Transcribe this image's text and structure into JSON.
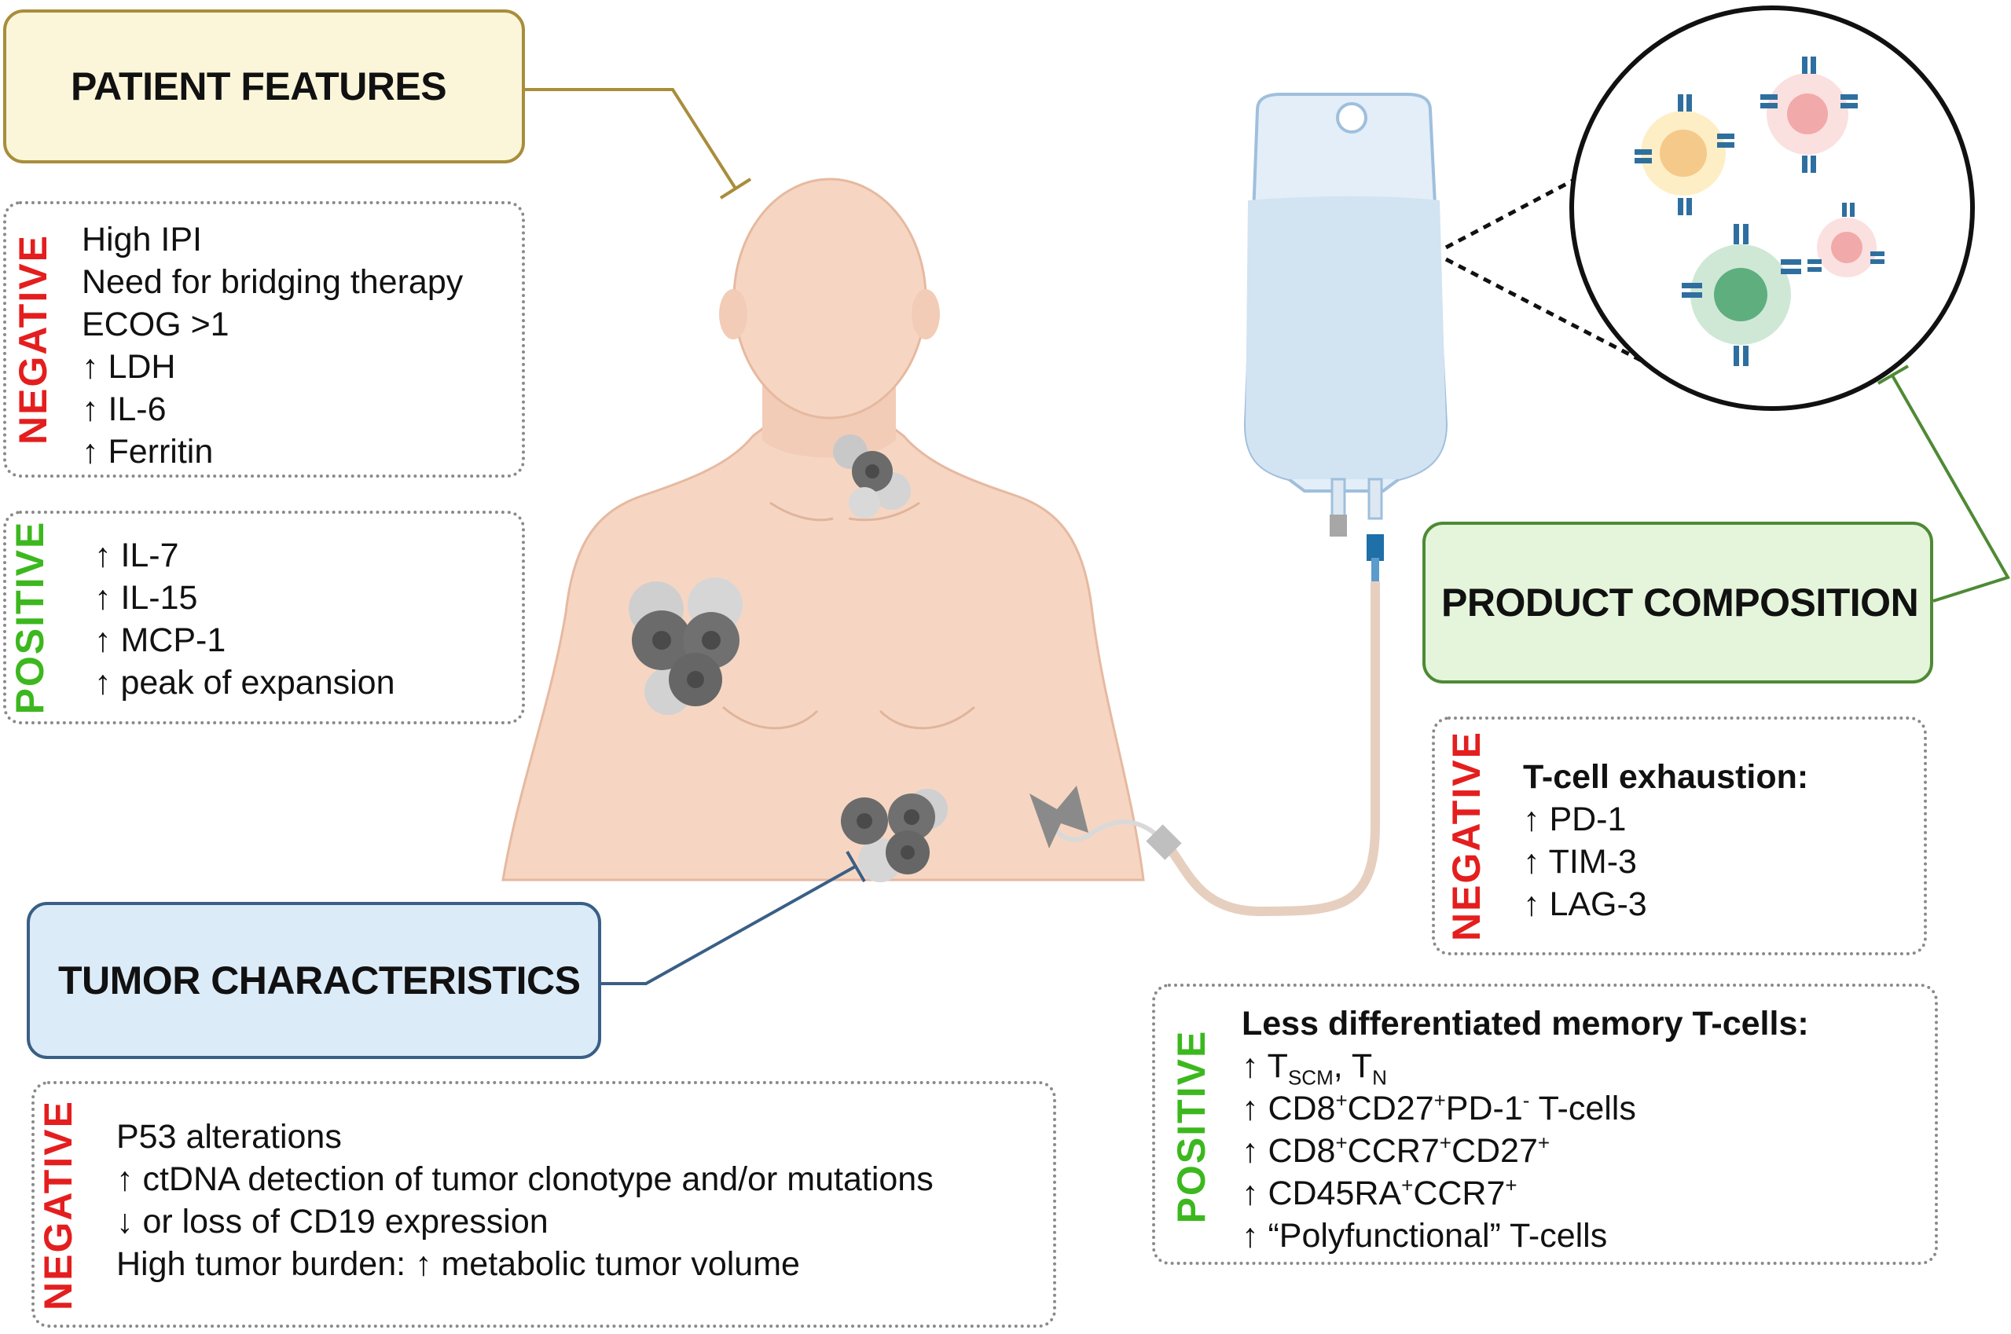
{
  "patient_features": {
    "title": "PATIENT FEATURES",
    "negative_label": "NEGATIVE",
    "negative_items": [
      "High  IPI",
      "Need for bridging therapy",
      "ECOG >1",
      "↑  LDH",
      "↑ IL-6",
      "↑ Ferritin"
    ],
    "positive_label": "POSITIVE",
    "positive_items": [
      "↑ IL-7",
      "↑  IL-15",
      "↑  MCP-1",
      "↑ peak of  expansion"
    ]
  },
  "product_composition": {
    "title": "PRODUCT COMPOSITION",
    "negative_label": "NEGATIVE",
    "negative_heading": "T-cell exhaustion:",
    "negative_items": [
      "↑  PD-1",
      "↑  TIM-3",
      "↑  LAG-3"
    ],
    "positive_label": "POSITIVE",
    "positive_heading": "Less differentiated memory T-cells:",
    "positive_items": {
      "arrow": "↑",
      "row1": {
        "t1": "T",
        "t1_sub": "SCM",
        "sep": ", T",
        "t2_sub": "N"
      },
      "row2": {
        "a": "CD8",
        "a_sup": "+",
        "b": "CD27",
        "b_sup": "+",
        "c": "PD-1",
        "c_sup": "-",
        "d": " T-cells"
      },
      "row3": {
        "a": "CD8",
        "a_sup": "+",
        "b": "CCR7",
        "b_sup": "+",
        "c": "CD27",
        "c_sup": "+"
      },
      "row4": {
        "a": "CD45RA",
        "a_sup": "+",
        "b": "CCR7",
        "b_sup": "+"
      },
      "row5": "“Polyfunctional” T-cells"
    }
  },
  "tumor_characteristics": {
    "title": "TUMOR CHARACTERISTICS",
    "negative_label": "NEGATIVE",
    "negative_items": [
      "P53 alterations",
      "↑ ctDNA detection of  tumor clonotype and/or mutations",
      "↓ or loss of CD19 expression",
      "High tumor burden:  ↑ metabolic tumor volume"
    ]
  },
  "colors": {
    "patient_box_fill": "#fbf6da",
    "patient_box_border": "#a98d3b",
    "product_box_fill": "#e4f5dc",
    "product_box_border": "#4e8a35",
    "tumor_box_fill": "#dcebf8",
    "tumor_box_border": "#3a5f86",
    "negative": "#e41e1e",
    "positive": "#3cb81e",
    "skin": "#f6d6c2",
    "tumor_cell": "#6b6b6b"
  },
  "icons": [
    "human-body-illustration",
    "iv-bag-illustration",
    "t-cell-magnifier-illustration",
    "tumor-cluster-icon"
  ]
}
